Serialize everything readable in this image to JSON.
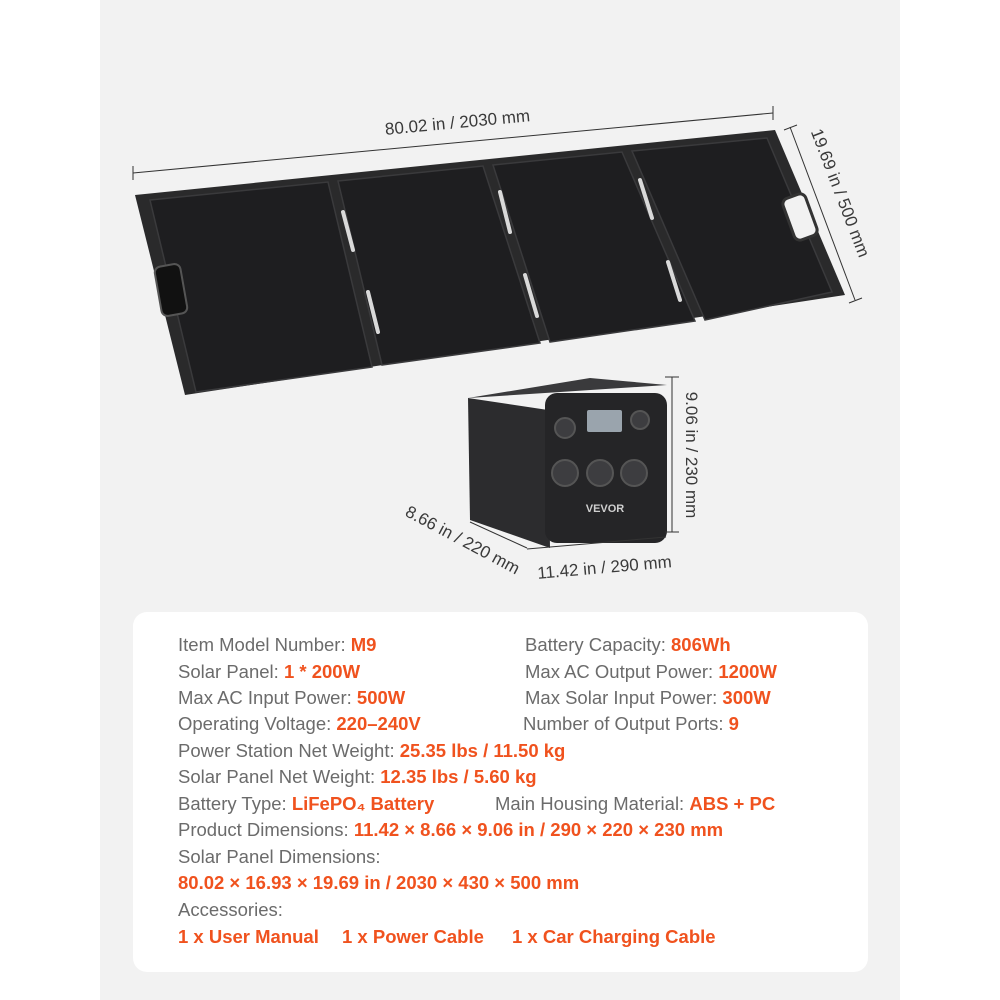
{
  "dimensions": {
    "panel_length": "80.02 in / 2030 mm",
    "panel_width": "19.69 in / 500 mm",
    "station_height": "9.06 in / 230 mm",
    "station_depth": "8.66 in / 220 mm",
    "station_length": "11.42 in / 290 mm"
  },
  "station_brand": "VEVOR",
  "specs": {
    "model_label": "Item Model Number: ",
    "model_value": "M9",
    "capacity_label": "Battery Capacity: ",
    "capacity_value": "806Wh",
    "solar_label": "Solar Panel: ",
    "solar_value": "1 * 200W",
    "ac_out_label": "Max AC Output Power: ",
    "ac_out_value": "1200W",
    "ac_in_label": "Max AC Input Power: ",
    "ac_in_value": "500W",
    "solar_in_label": "Max Solar Input Power: ",
    "solar_in_value": "300W",
    "voltage_label": "Operating Voltage: ",
    "voltage_value": "220–240V",
    "ports_label": "Number of Output Ports: ",
    "ports_value": "9",
    "station_weight_label": "Power Station Net Weight: ",
    "station_weight_value": "25.35 lbs / 11.50 kg",
    "panel_weight_label": "Solar Panel Net Weight: ",
    "panel_weight_value": "12.35 lbs / 5.60 kg",
    "battery_type_label": "Battery Type: ",
    "battery_type_value": "LiFePO₄ Battery",
    "housing_label": "Main Housing Material: ",
    "housing_value": "ABS + PC",
    "product_dim_label": "Product Dimensions: ",
    "product_dim_value": "11.42 × 8.66 × 9.06 in / 290 × 220 × 230 mm",
    "panel_dim_label": "Solar Panel Dimensions:",
    "panel_dim_value": "80.02 × 16.93 × 19.69 in / 2030 × 430 × 500 mm",
    "accessories_label": "Accessories:",
    "accessories": [
      "1 x User Manual",
      "1 x  Power Cable",
      "1 x Car Charging Cable"
    ]
  },
  "colors": {
    "accent": "#f0521e",
    "label": "#6b6b6b",
    "background": "#f2f2f2"
  }
}
